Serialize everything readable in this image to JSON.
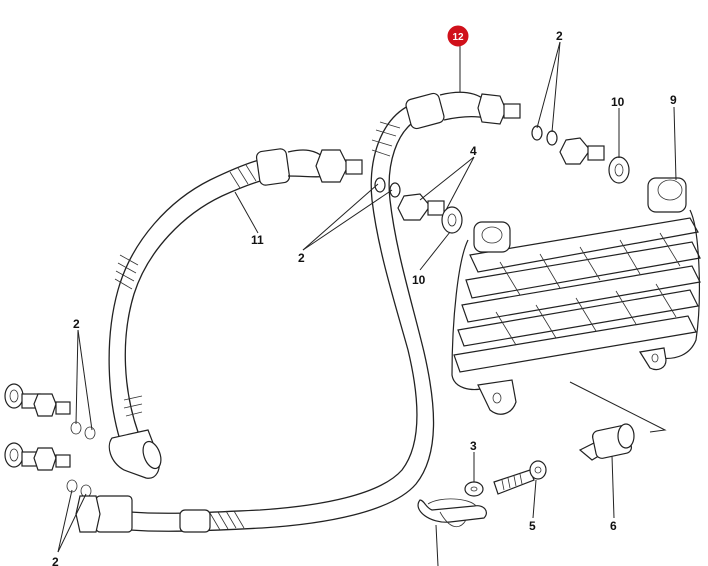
{
  "callouts": {
    "c2_top": "2",
    "c10_top": "10",
    "c9": "9",
    "c12": "12",
    "c4": "4",
    "c11": "11",
    "c2_mid": "2",
    "c10_mid": "10",
    "c2_left_top": "2",
    "c2_left_bottom": "2",
    "c3": "3",
    "c5": "5",
    "c6": "6"
  },
  "colors": {
    "highlight": "#d0111b",
    "ink": "#222222",
    "background": "#ffffff"
  }
}
